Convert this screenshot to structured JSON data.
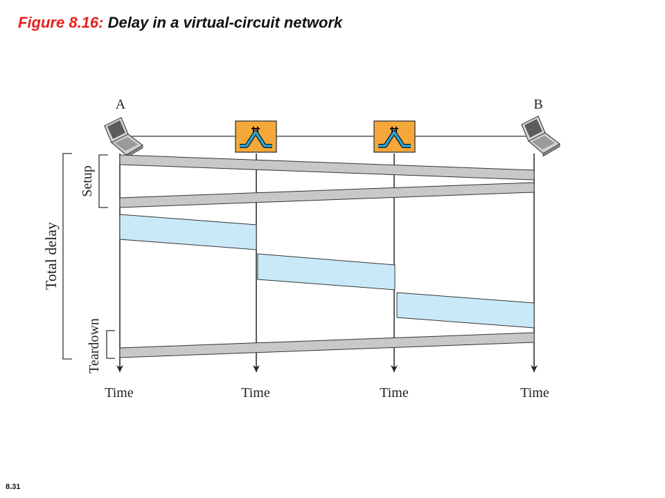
{
  "title": {
    "label": "Figure 8.16:",
    "text": "Delay in a virtual-circuit network"
  },
  "slide_number": "8.31",
  "diagram": {
    "endpoint_a": "A",
    "endpoint_b": "B",
    "time_labels": [
      "Time",
      "Time",
      "Time",
      "Time"
    ],
    "phase_setup": "Setup",
    "phase_teardown": "Teardown",
    "total_delay": "Total delay",
    "colors": {
      "control": "#c8c8c8",
      "data": "#c9e9f8",
      "switch": "#f5a83a",
      "switch_icon": "#2aa5d8"
    }
  }
}
